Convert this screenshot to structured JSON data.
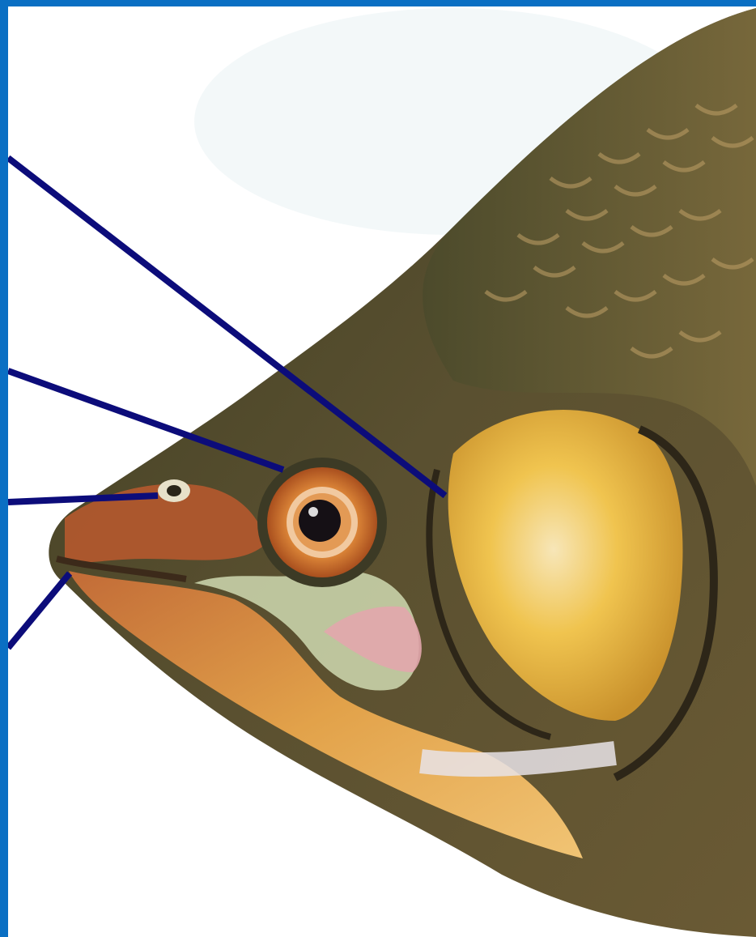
{
  "image": {
    "subject": "fish-head-anatomy",
    "labels": []
  },
  "colors": {
    "frame_blue": "#0a6fc3",
    "pointer_line": "#0c0c7a",
    "background": "#ffffff",
    "head_dark": "#3a3a20",
    "head_mid": "#5c5a33",
    "gill_cover": "#e8b53a",
    "snout": "#b85a2e",
    "eye_iris": "#d9772d",
    "pupil": "#151015",
    "cheek_pink": "#d8a0a6"
  },
  "pointers": [
    {
      "name": "pointer-gill-cover",
      "target": "gill-cover"
    },
    {
      "name": "pointer-eye",
      "target": "eye"
    },
    {
      "name": "pointer-nostril",
      "target": "nostril"
    },
    {
      "name": "pointer-mouth",
      "target": "mouth"
    }
  ]
}
